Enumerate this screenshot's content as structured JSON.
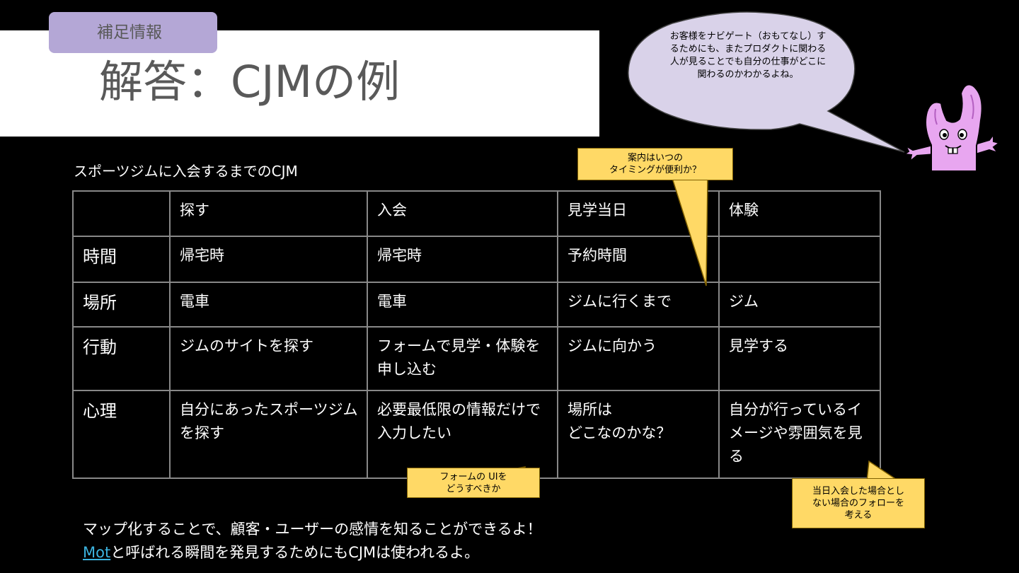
{
  "header": {
    "tag_label": "補足情報",
    "title": "解答：CJMの例"
  },
  "speech_bubble": {
    "text": "お客様をナビゲート（おもてなし）するためにも、またプロダクトに関わる人が見ることでも自分の仕事がどこに関わるのかわかるよね。"
  },
  "table": {
    "caption": "スポーツジムに入会するまでのCJM",
    "columns": [
      "",
      "探す",
      "入会",
      "見学当日",
      "体験"
    ],
    "rows": [
      {
        "label": "時間",
        "cells": [
          "帰宅時",
          "帰宅時",
          "予約時間",
          ""
        ]
      },
      {
        "label": "場所",
        "cells": [
          "電車",
          "電車",
          "ジムに行くまで",
          "ジム"
        ]
      },
      {
        "label": "行動",
        "cells": [
          "ジムのサイトを探す",
          "フォームで見学・体験を申し込む",
          "ジムに向かう",
          "見学する"
        ]
      },
      {
        "label": "心理",
        "cells": [
          "自分にあったスポーツジムを探す",
          "必要最低限の情報だけで入力したい",
          "場所は\nどこなのかな？",
          "自分が行っているイメージや雰囲気を見る"
        ]
      }
    ]
  },
  "callouts": {
    "timing": "案内はいつの\nタイミングが便利か？",
    "form_ui": "フォームの UIを\nどうすべきか",
    "follow": "当日入会した場合とし\nない場合のフォローを\n考える"
  },
  "footer": {
    "line1": "マップ化することで、顧客・ユーザーの感情を知ることができるよ！",
    "link": "Mot",
    "line2_rest": "と呼ばれる瞬間を発見するためにもCJMは使われるよ。"
  },
  "colors": {
    "background": "#000000",
    "title_band": "#ffffff",
    "tag": "#b4a7d6",
    "callout": "#ffd966",
    "speech_bubble": "#d9d2e9",
    "mascot": "#e8a6f0",
    "link": "#3cb4e0"
  },
  "icons": [
    "speech-bubble",
    "rabbit-mascot"
  ]
}
